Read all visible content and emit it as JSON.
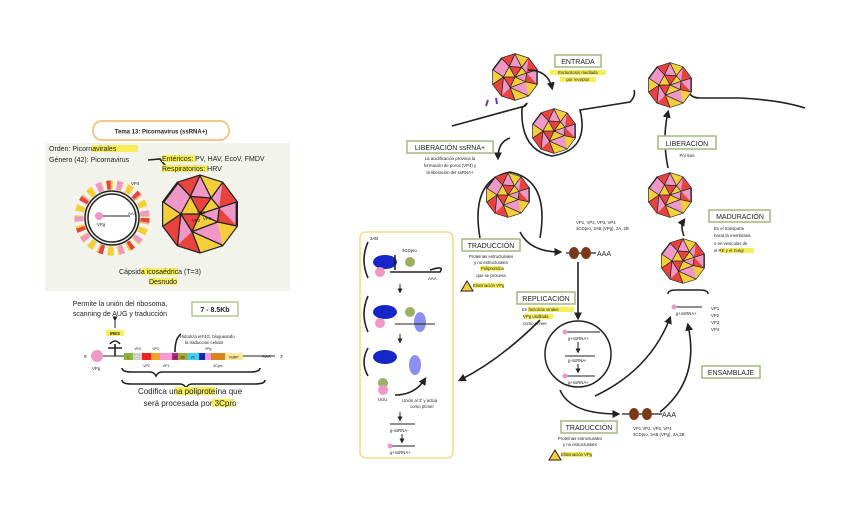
{
  "left": {
    "title": "Tema 13: Picornavirus (ssRNA+)",
    "orden_label": "Orden: ",
    "orden_value": "Picornavirales",
    "genero": "Género (42): Picornavirus",
    "entericos_label": "Entéricos",
    "entericos_value": ": PV, HAV, EcoV, FMDV",
    "respiratorios_label": "Respiratorios",
    "respiratorios_value": ": HRV",
    "ring_labels": {
      "vp4": "VP4",
      "vpg": "VPg",
      "aaa": "AAA"
    },
    "capsid_labels": [
      "VP1",
      "VP2",
      "VP3"
    ],
    "capsida_label": "Cápsida ",
    "capsida_value": "icosaédrica",
    "capsida_t": " (T=3)",
    "desnudo": "Desnudo",
    "ribosome_note": [
      "Permite la unión del ribosoma,",
      "scanning de AUG y traducción"
    ],
    "genome_size": "7 - 8.5Kb",
    "ires": "IRES",
    "five_prime": "5'",
    "three_prime": "3'",
    "vpg": "VPg",
    "polya": "AAA",
    "hydrolysis_note": [
      "Hidroliza eIF4G, bloqueando",
      "la traducción celular"
    ],
    "genes": [
      "L",
      "VP4",
      "VP2",
      "VP3",
      "VP1",
      "2A",
      "2B",
      "2C",
      "3A",
      "VPg",
      "3Cpro",
      "RdRP"
    ],
    "codifica": [
      "Codifica una ",
      "poliproteína",
      " que",
      "será procesada por ",
      "3Cpro"
    ]
  },
  "cycle": {
    "entrada": {
      "title": "ENTRADA",
      "desc": [
        "Endocitosis mediada",
        "por receptor"
      ]
    },
    "liberacion_rna": {
      "title": "LIBERACIÓN ssRNA+",
      "desc": [
        "La acidificación provoca la",
        "formación de poros (VP4) y",
        "la liberación del ssRNA+"
      ]
    },
    "liberacion": {
      "title": "LIBERACIÓN",
      "desc": "Por lisis"
    },
    "maduracion": {
      "title": "MADURACIÓN",
      "desc": [
        "Es el transporte",
        "hacia la membrana",
        "o en vesículas de",
        "el RE y el Golgi"
      ]
    },
    "traduccion1": {
      "title": "TRADUCCIÓN",
      "desc": [
        "Proteínas estructurales",
        "y no estructurales",
        "Poliproteína",
        "que se procesa",
        "Eliminación VPg"
      ]
    },
    "replicacion": {
      "title": "REPLICACIÓN",
      "desc": [
        "En factorías virales",
        "VPg uridilada",
        "como primer"
      ]
    },
    "traduccion2": {
      "title": "TRADUCCIÓN",
      "desc": [
        "Proteínas estructurales",
        "y no estructurales",
        "Eliminación VPg"
      ]
    },
    "ensamblaje": {
      "title": "ENSAMBLAJE"
    },
    "proteins1": [
      "VP1, VP2, VP3, VP4",
      "3CDpro, 3AB (VPg), 2A, 2B"
    ],
    "proteins2": [
      "VP1 VP2, VP3, VP4",
      "3CDpro, 3AB (VPg), 2A,2B"
    ],
    "aaa": "AAA",
    "rna_pos": "g+ssRNA+",
    "rna_neg": "g-ssRNA-",
    "vp_list": [
      "VP1",
      "VP2",
      "VP3",
      "VP4"
    ],
    "inset": {
      "l3ab": "3AB",
      "l3cdpro": "3CDpro",
      "aaa": "AAA",
      "uuu": "UUU",
      "union": [
        "Unión al 3' y actúa",
        "como primer"
      ],
      "rna_neg": "g-ssRNA-",
      "rna_pos": "g+ssRNA+"
    }
  },
  "colors": {
    "red": "#e8443d",
    "yellow": "#f5cf3b",
    "pink": "#ef97c6",
    "box_border": "#a9bd86",
    "inset_border": "#f5dc8a",
    "panel_bg": "#f2f3ea",
    "highlight": "#f6ef5a"
  }
}
